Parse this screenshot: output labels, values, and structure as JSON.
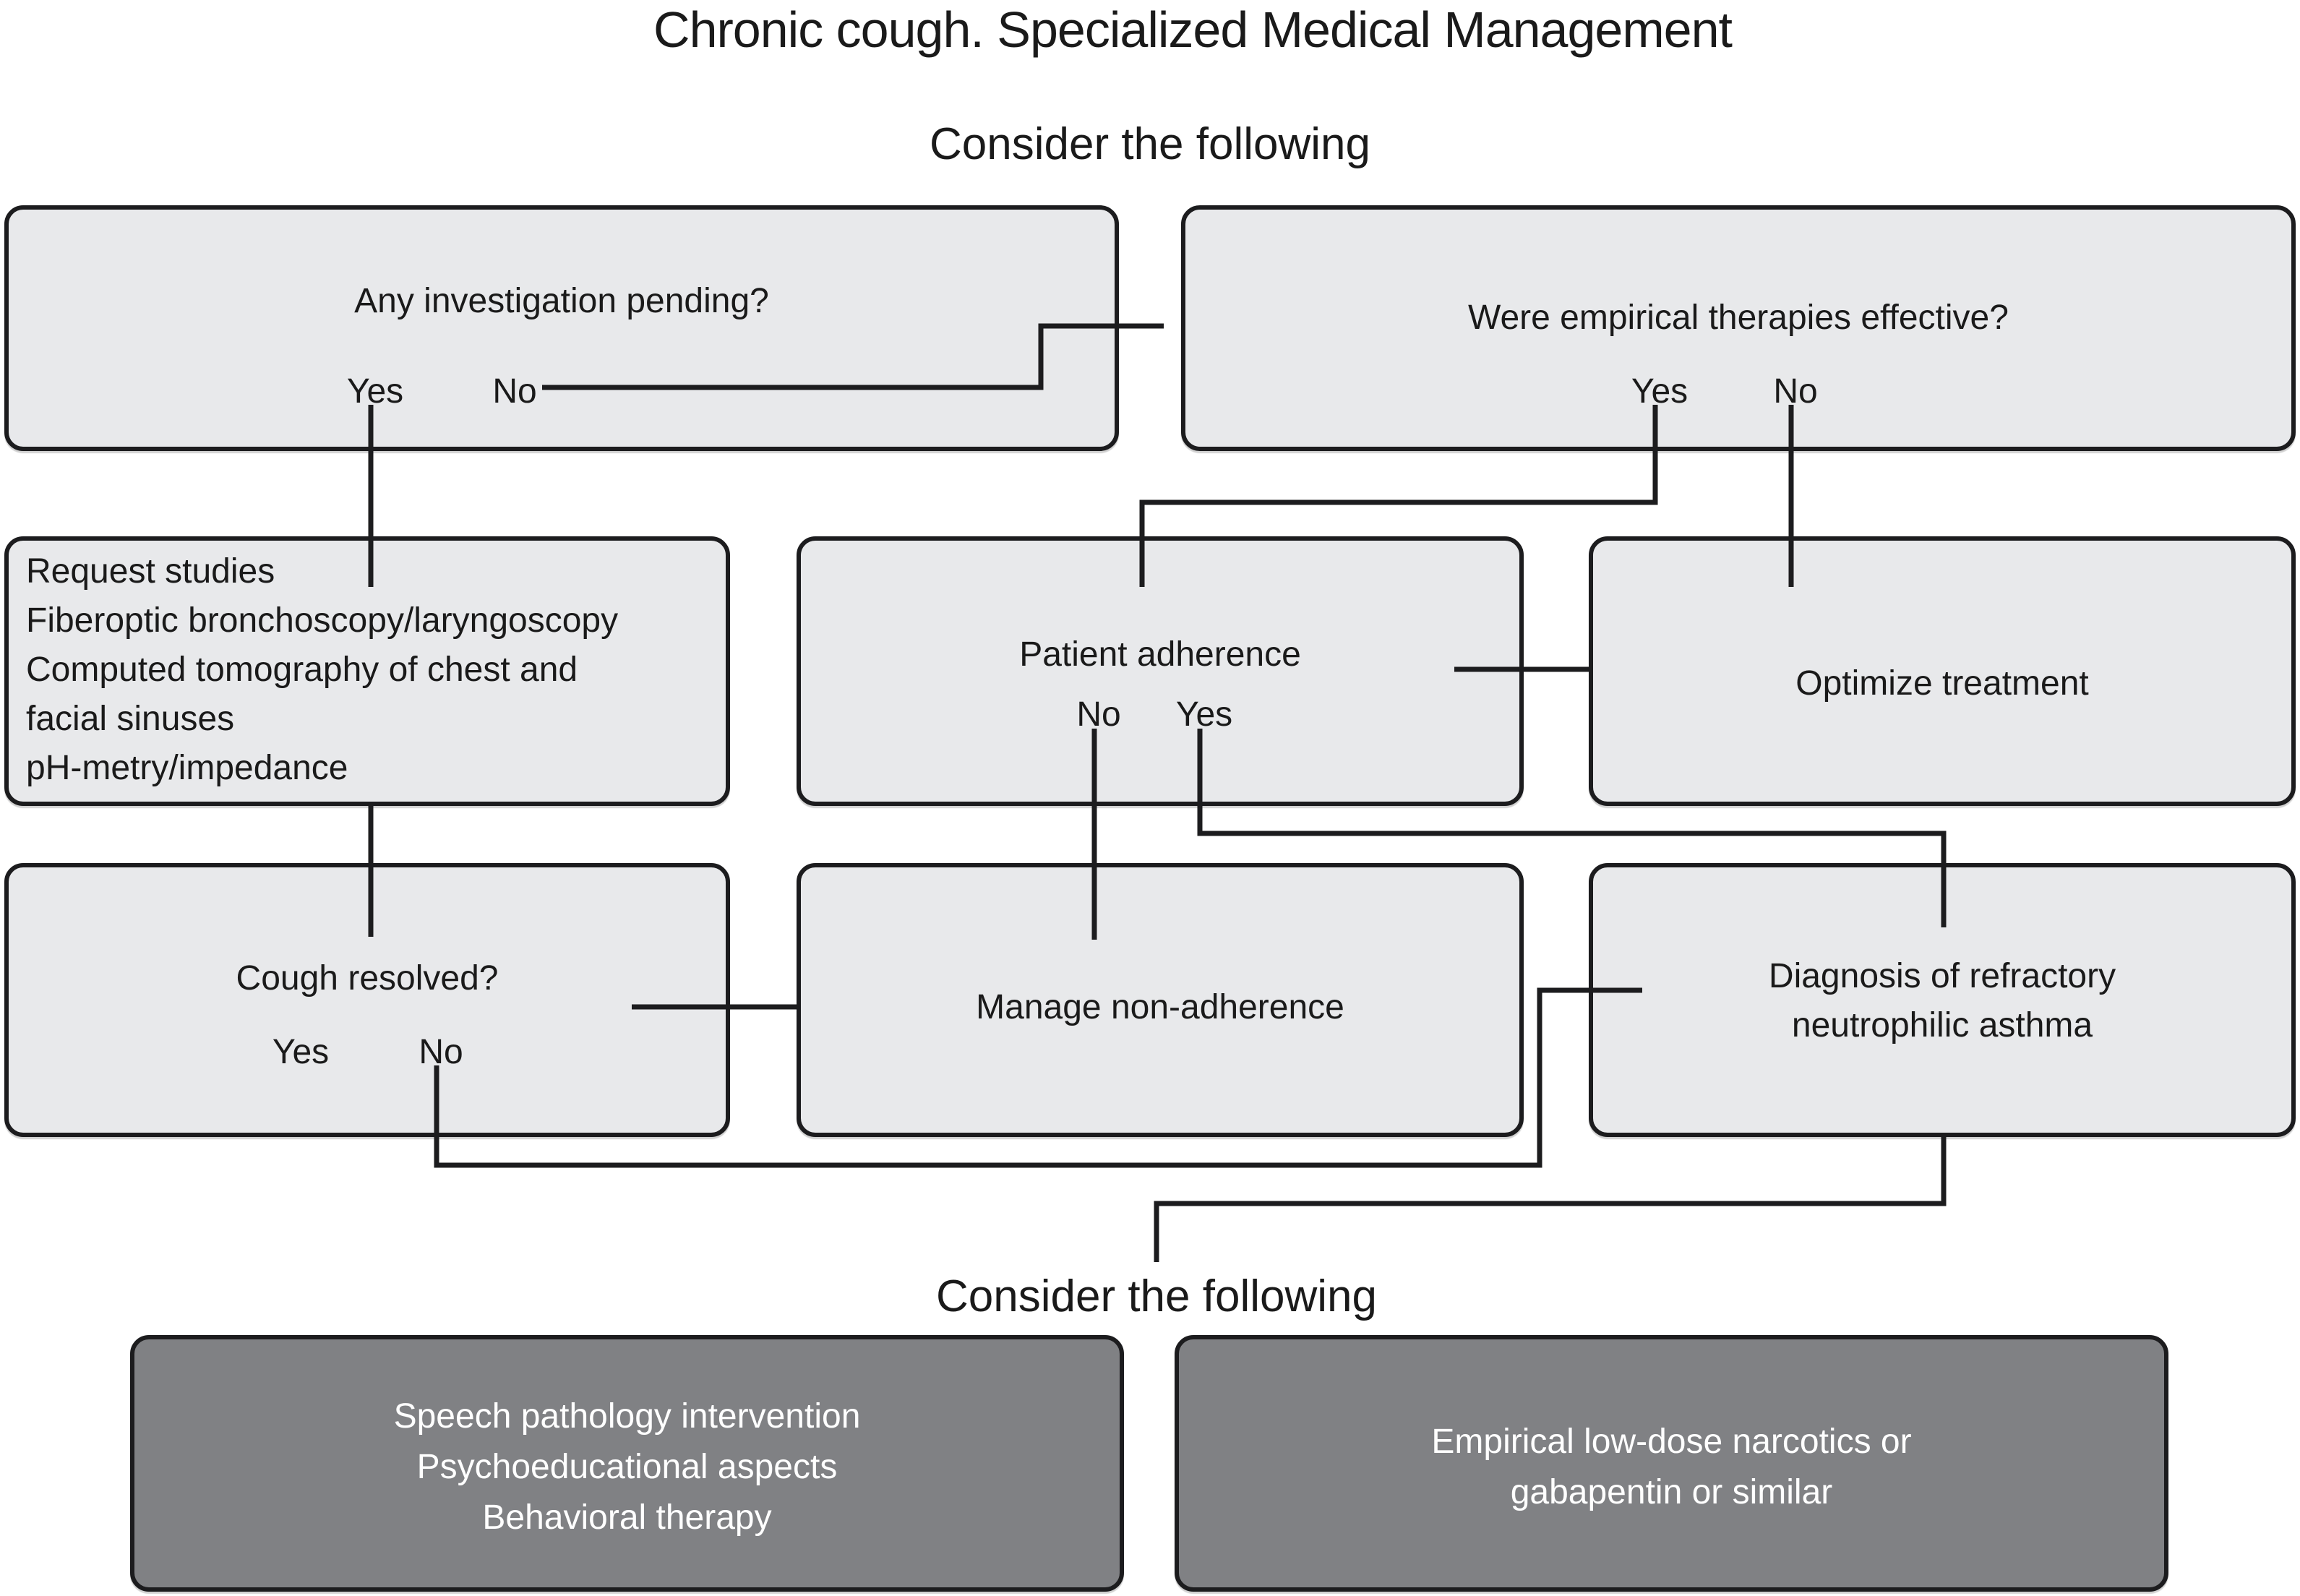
{
  "title": "Chronic cough. Specialized Medical Management",
  "consider_top": "Consider the following",
  "consider_bottom": "Consider the following",
  "boxes": {
    "investigation": {
      "question": "Any investigation pending?",
      "yes": "Yes",
      "no": "No"
    },
    "empirical": {
      "question": "Were empirical therapies effective?",
      "yes": "Yes",
      "no": "No"
    },
    "request_studies": {
      "lines": [
        "Request studies",
        "Fiberoptic bronchoscopy/laryngoscopy",
        "Computed tomography of chest and",
        "facial sinuses",
        "pH-metry/impedance"
      ]
    },
    "adherence": {
      "title": "Patient adherence",
      "no": "No",
      "yes": "Yes"
    },
    "optimize": {
      "label": "Optimize treatment"
    },
    "cough_resolved": {
      "question": "Cough resolved?",
      "yes": "Yes",
      "no": "No"
    },
    "manage": {
      "label": "Manage non-adherence"
    },
    "refractory": {
      "lines": [
        "Diagnosis of refractory",
        "neutrophilic asthma"
      ]
    },
    "speech": {
      "lines": [
        "Speech pathology intervention",
        "Psychoeducational aspects",
        "Behavioral therapy"
      ]
    },
    "narcotics": {
      "lines": [
        "Empirical low-dose narcotics or",
        "gabapentin or similar"
      ]
    }
  },
  "colors": {
    "background": "#ffffff",
    "box_fill": "#e8e9eb",
    "box_border": "#1c1c1e",
    "line": "#1c1c1e",
    "dark_box_fill": "#808184",
    "text": "#1a1a1a",
    "dark_box_text": "#ffffff"
  }
}
